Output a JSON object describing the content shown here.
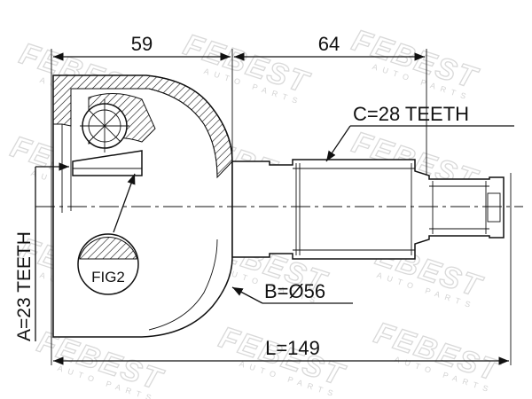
{
  "brand": {
    "watermark": "FEBEST",
    "watermark_sub": "AUTO PARTS"
  },
  "dimensions": {
    "upper_left": "59",
    "upper_right": "64",
    "spline_c": "C=28 TEETH",
    "spline_a": "A=23 TEETH",
    "diameter_b": "B=Ø56",
    "length_l": "L=149",
    "fig_label": "FIG2"
  }
}
